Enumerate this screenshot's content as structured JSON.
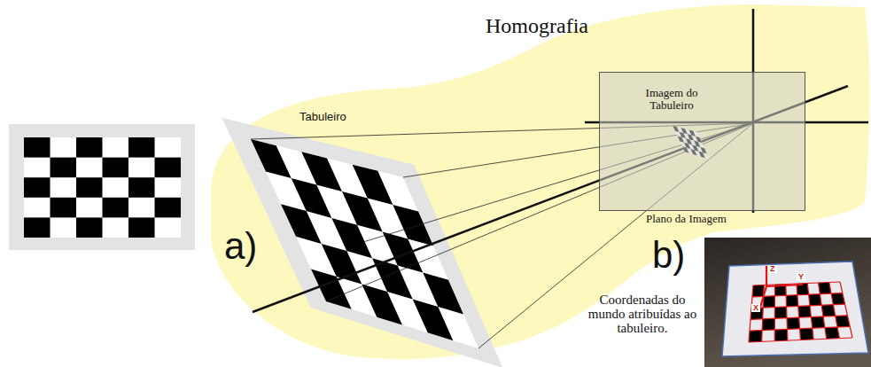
{
  "diagram": {
    "title": "Homografia",
    "nodes": [
      {
        "text": [
          "Imagem do Tabuleiro",
          "Plano da Imagem"
        ]
      }
    ],
    "labels": [
      "Tabuleiro",
      "a)",
      "b)",
      "Coordenadas do mundo atribuídas ao tabuleiro.",
      "Z",
      "Y",
      "X"
    ]
  }
}
